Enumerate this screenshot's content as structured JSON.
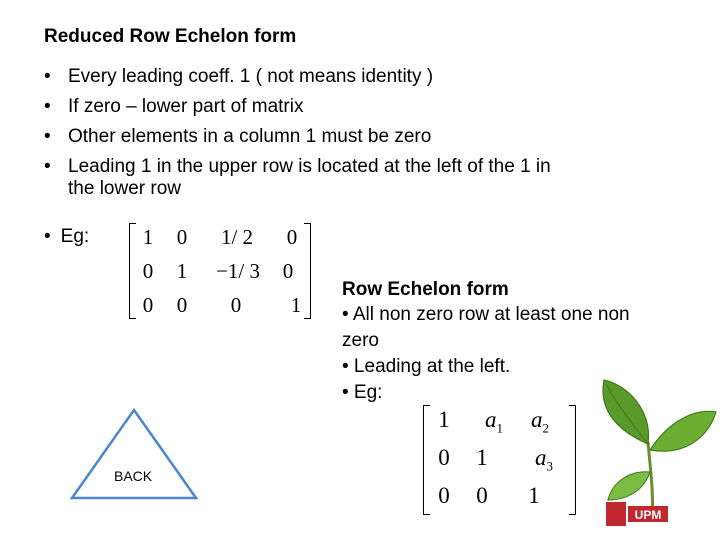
{
  "slide": {
    "title": "Reduced Row Echelon form",
    "bullets": [
      "Every leading coeff. 1 ( not means identity )",
      "If zero – lower part of matrix",
      "Other elements in a column 1 must be zero",
      "Leading 1 in the upper row is located at the left of the 1 in",
      "the lower row"
    ],
    "bullet_char": "•",
    "eg_label": "Eg:",
    "matrix1": {
      "row1": [
        "1",
        "0",
        "1/ 2",
        "0"
      ],
      "row2": [
        "0",
        "1",
        "−1/ 3",
        "0"
      ],
      "row3": [
        "0",
        "0",
        "0",
        "1"
      ]
    },
    "row_echelon": {
      "title": "Row Echelon form",
      "line1": "• All non zero row at least one non",
      "line2": "zero",
      "line3": "• Leading at the left.",
      "line4": "• Eg:"
    },
    "matrix2": {
      "row1": [
        "1",
        "a",
        "1",
        "a",
        "2"
      ],
      "row2": [
        "0",
        "1",
        "a",
        "3"
      ],
      "row3": [
        "0",
        "0",
        "1"
      ]
    },
    "back_button": "BACK",
    "logo_text": "UPM",
    "colors": {
      "triangle": "#4a86c8",
      "leaf": "#5a9a2a",
      "logo": "#c0282d"
    }
  }
}
